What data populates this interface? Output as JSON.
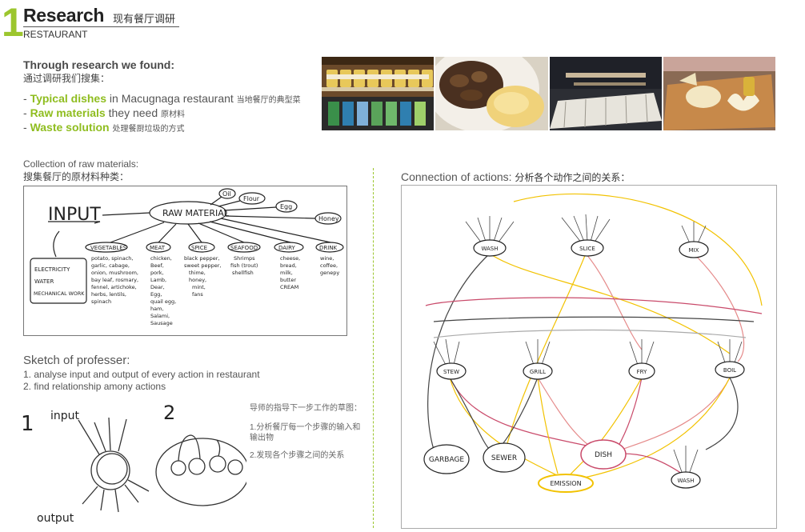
{
  "header": {
    "number": "1",
    "title": "Research",
    "title_cn": "现有餐厅调研",
    "subtitle": "RESTAURANT"
  },
  "findings": {
    "heading": "Through research we found:",
    "heading_cn": "通过调研我们搜集：",
    "items": [
      {
        "key": "Typical dishes",
        "rest": " in Macugnaga restaurant",
        "cn": "当地餐厅的典型菜"
      },
      {
        "key": "Raw materials",
        "rest": " they need",
        "cn": "原材料"
      },
      {
        "key": "Waste solution",
        "rest": "",
        "cn": "处理餐厨垃圾的方式"
      }
    ]
  },
  "photos": [
    "jars-on-shelf",
    "mushroom-dish",
    "cheese-cellar",
    "cheese-board"
  ],
  "raw_materials": {
    "label": "Collection of raw materials:",
    "label_cn": "搜集餐厅的原材料种类：",
    "input": "INPUT",
    "center": "RAW MATERIAL",
    "extras": [
      "Oil",
      "Flour",
      "Egg",
      "Honey"
    ],
    "energy": [
      "ELECTRICITY",
      "WATER",
      "MECHANICAL WORK"
    ],
    "categories": [
      {
        "name": "VEGETABLES",
        "items": [
          "potato, spinach,",
          "garlic, cabage,",
          "onion, mushroom,",
          "bay leaf, rosmary,",
          "fennel, artichoke,",
          "herbs, lentils,",
          "spinach"
        ]
      },
      {
        "name": "MEAT",
        "items": [
          "chicken,",
          "Beef,",
          "pork,",
          "Lamb,",
          "Dear,",
          "Egg,",
          "quail egg,",
          "ham,",
          "Salami,",
          "Sausage"
        ]
      },
      {
        "name": "SPICE",
        "items": [
          "black pepper,",
          "sweet pepper,",
          "thime,",
          "honey,",
          "mint,",
          "fans"
        ]
      },
      {
        "name": "SEAFOOD",
        "items": [
          "Shrimps",
          "fish (trout)",
          "shellfish"
        ]
      },
      {
        "name": "DAIRY",
        "items": [
          "cheese,",
          "bread,",
          "milk,",
          "butter",
          "CREAM"
        ]
      },
      {
        "name": "DRINK",
        "items": [
          "wine,",
          "coffee,",
          "genepy"
        ]
      }
    ]
  },
  "professor": {
    "label": "Sketch of professer:",
    "steps": [
      "1. analyse input and output of every action in restaurant",
      "2. find relationship amony actions"
    ],
    "sketch_words": [
      "1",
      "input",
      "2",
      "output"
    ],
    "note_cn_title": "导师的指导下一步工作的草图：",
    "note_cn_items": [
      "1.分析餐厅每一个步骤的输入和",
      "输出物",
      "2.发现各个步骤之间的关系"
    ]
  },
  "actions": {
    "label": "Connection of actions:",
    "label_cn": "分析各个动作之间的关系：",
    "nodes": [
      "WASH",
      "SLICE",
      "MIX",
      "STEW",
      "GRILL",
      "FRY",
      "BOIL",
      "GARBAGE",
      "SEWER",
      "DISH",
      "EMISSION",
      "WASH"
    ]
  },
  "colors": {
    "accent": "#9cc62e",
    "text": "#555555"
  }
}
